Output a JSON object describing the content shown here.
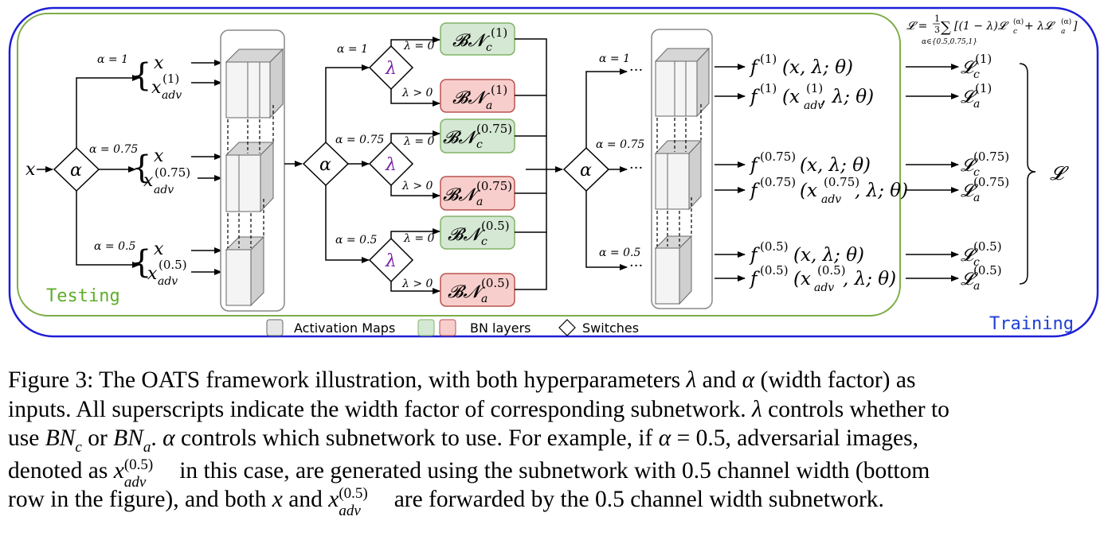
{
  "labels": {
    "testing": "Testing",
    "training": "Training",
    "legend_activation": "Activation Maps",
    "legend_bn": "BN layers",
    "legend_switches": "Switches"
  },
  "math": {
    "x": "x",
    "x_adv": "x",
    "adv_sub": "adv",
    "alpha": "α",
    "lambda": "λ",
    "alpha_eq_1": "α = 1",
    "alpha_eq_075": "α = 0.75",
    "alpha_eq_05": "α = 0.5",
    "lambda_eq_0": "λ = 0",
    "lambda_gt_0": "λ > 0",
    "sup_1": "(1)",
    "sup_075": "(0.75)",
    "sup_05": "(0.5)",
    "bn": "𝓑𝓝",
    "bn_c_sub": "c",
    "bn_a_sub": "a",
    "dots": "···",
    "f": "f",
    "f_args_clean": "(x, λ; θ)",
    "f_args_adv_open": "(x",
    "f_args_adv_close": ", λ; θ)",
    "loss": "𝓛",
    "loss_c_sub": "c",
    "loss_a_sub": "a",
    "loss_formula_main": "𝓛 = ",
    "loss_formula_frac_num": "1",
    "loss_formula_frac_den": "3",
    "loss_formula_sum": "∑",
    "loss_formula_body": "[(1 − λ)𝓛",
    "loss_formula_mid": " + λ𝓛",
    "loss_formula_end": "]",
    "loss_formula_sub_c": "c",
    "loss_formula_sub_a": "a",
    "loss_formula_sup": "(α)",
    "loss_formula_range": "α∈{0.5,0.75,1}"
  },
  "caption": {
    "l1_a": "Figure 3: The OATS framework illustration, with both hyperparameters ",
    "l1_lambda": "λ",
    "l1_b": " and ",
    "l1_alpha": "α",
    "l1_c": " (width factor) as",
    "l2_a": "inputs. All superscripts indicate the width factor of corresponding subnetwork. ",
    "l2_lambda": "λ",
    "l2_b": " controls whether to",
    "l3_a": "use ",
    "l3_bn": "BN",
    "l3_c": "c",
    "l3_b": " or ",
    "l3_a2": "a",
    "l3_d": ". ",
    "l3_alpha": "α",
    "l3_e": " controls which subnetwork to use. For example, if ",
    "l3_alpha2": "α",
    "l3_eq": " = 0.5",
    "l3_f": ", adversarial images,",
    "l4_a": "denoted as ",
    "l4_x": "x",
    "l4_sup": "(0.5)",
    "l4_sub": "adv",
    "l4_b": " in this case, are generated using the subnetwork with ",
    "l4_num": "0.5",
    "l4_c": " channel width (bottom",
    "l5_a": "row in the figure), and both ",
    "l5_x": "x",
    "l5_b": " and ",
    "l5_x2": "x",
    "l5_sup": "(0.5)",
    "l5_sub": "adv",
    "l5_c": " are forwarded by the ",
    "l5_num": "0.5",
    "l5_d": " channel width subnetwork."
  },
  "colors": {
    "training_border": "#1f1fd6",
    "testing_border": "#7dad46",
    "testing_text": "#5fad2a",
    "training_text": "#1f3fd6",
    "bn_c_fill": "#d5e8d4",
    "bn_c_stroke": "#82b366",
    "bn_a_fill": "#f8cecc",
    "bn_a_stroke": "#b85450",
    "lambda_color": "#7a1fa2",
    "maps_fill": "#e6e6e6"
  }
}
